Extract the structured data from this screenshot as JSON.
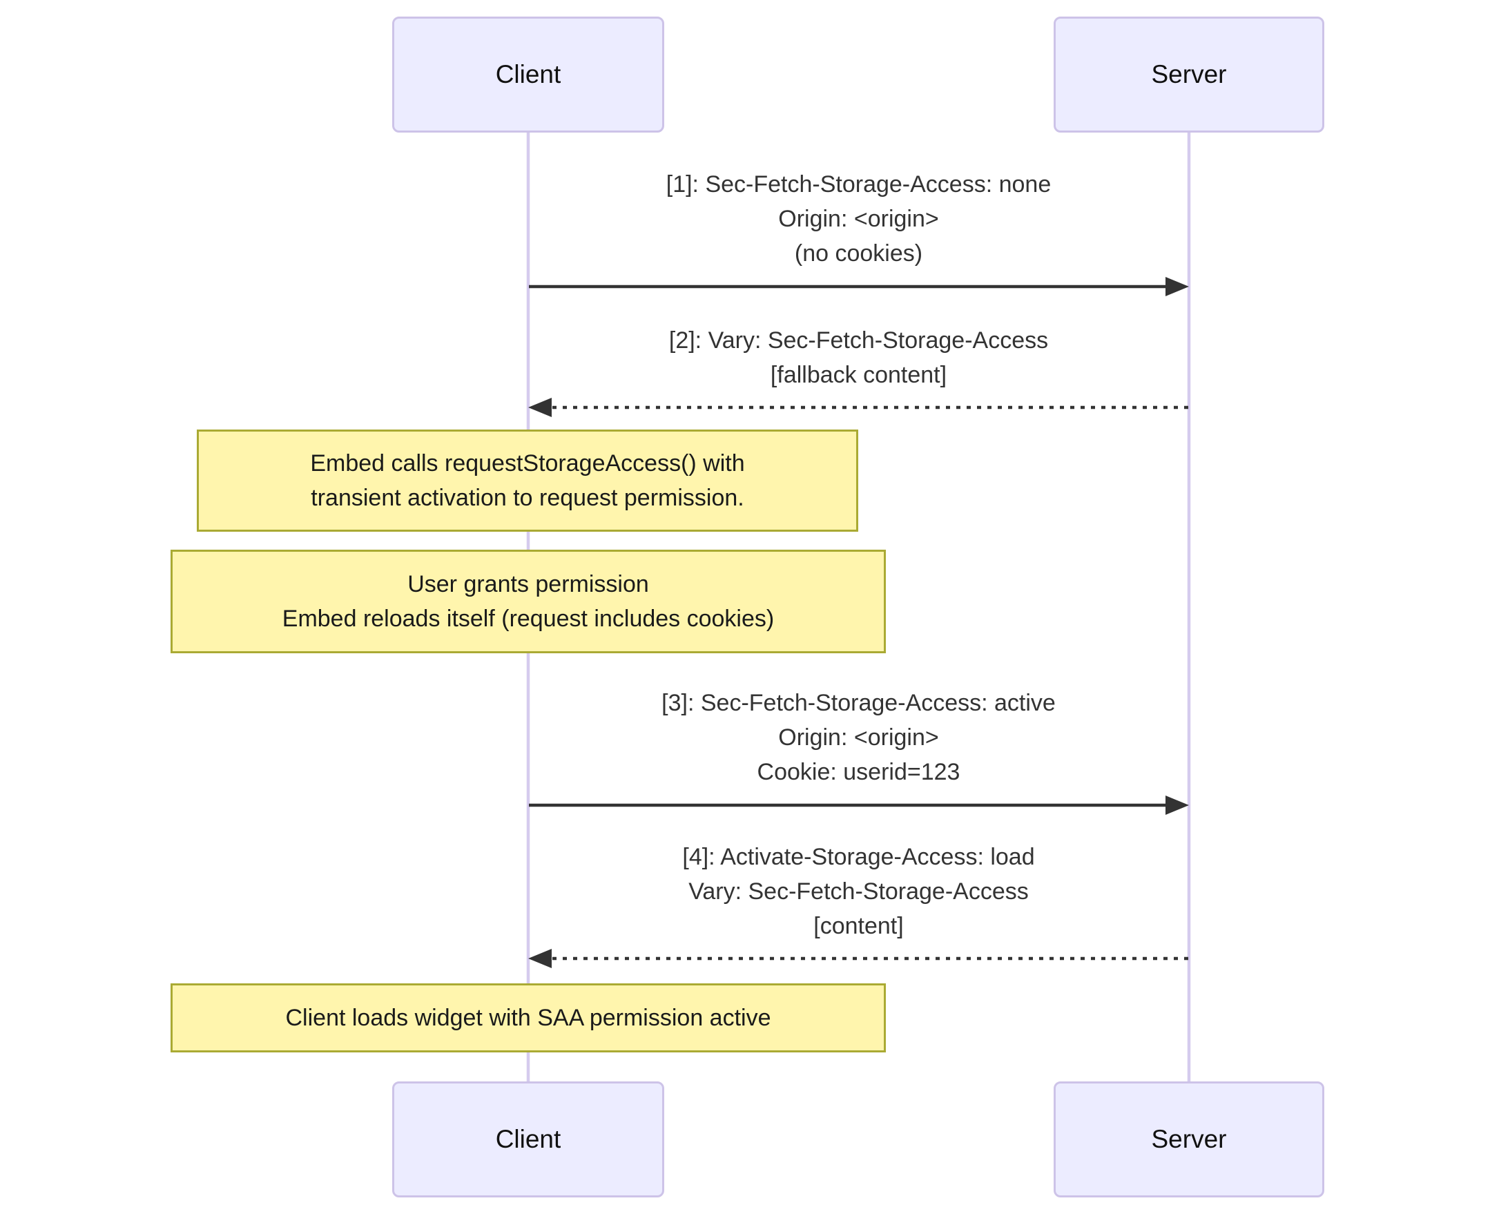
{
  "diagram": {
    "type": "sequence-diagram",
    "actors": {
      "client": {
        "label": "Client"
      },
      "server": {
        "label": "Server"
      }
    },
    "messages": [
      {
        "from": "Client",
        "to": "Server",
        "arrow": "solid",
        "lines": [
          "[1]: Sec-Fetch-Storage-Access: none",
          "Origin: <origin>",
          "(no cookies)"
        ]
      },
      {
        "from": "Server",
        "to": "Client",
        "arrow": "dashed",
        "lines": [
          "[2]: Vary: Sec-Fetch-Storage-Access",
          "[fallback content]"
        ]
      },
      {
        "from": "Client",
        "to": "Server",
        "arrow": "solid",
        "lines": [
          "[3]: Sec-Fetch-Storage-Access: active",
          "Origin: <origin>",
          "Cookie: userid=123"
        ]
      },
      {
        "from": "Server",
        "to": "Client",
        "arrow": "dashed",
        "lines": [
          "[4]: Activate-Storage-Access: load",
          "Vary: Sec-Fetch-Storage-Access",
          "[content]"
        ]
      }
    ],
    "notes": [
      {
        "lines": [
          "Embed calls requestStorageAccess() with",
          "transient activation to request permission."
        ]
      },
      {
        "lines": [
          "User grants permission",
          "Embed reloads itself (request includes cookies)"
        ]
      },
      {
        "lines": [
          "Client loads widget with SAA permission active"
        ]
      }
    ],
    "colors": {
      "actor_fill": "#ECECFF",
      "actor_border": "#CDC3E8",
      "lifeline": "#D5CBEE",
      "note_fill": "#FFF5AD",
      "note_border": "#AAAA33",
      "arrow": "#333333",
      "message_text": "#333333",
      "background": "#FFFFFF"
    }
  }
}
